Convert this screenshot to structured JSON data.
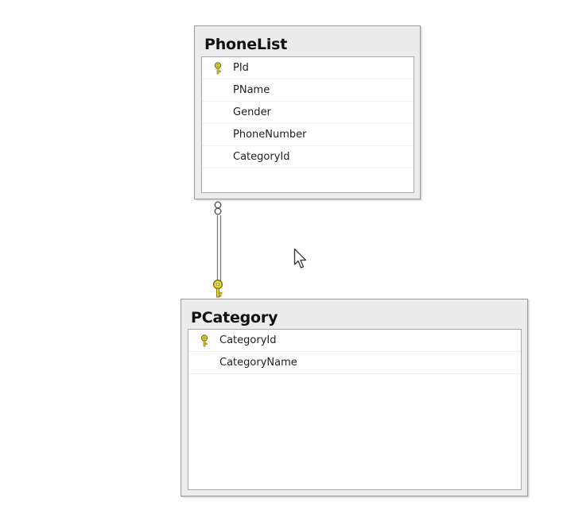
{
  "tables": [
    {
      "title": "PhoneList",
      "columns": [
        {
          "name": "PId",
          "primary_key": true
        },
        {
          "name": "PName",
          "primary_key": false
        },
        {
          "name": "Gender",
          "primary_key": false
        },
        {
          "name": "PhoneNumber",
          "primary_key": false
        },
        {
          "name": "CategoryId",
          "primary_key": false
        }
      ]
    },
    {
      "title": "PCategory",
      "columns": [
        {
          "name": "CategoryId",
          "primary_key": true
        },
        {
          "name": "CategoryName",
          "primary_key": false
        }
      ]
    }
  ],
  "relationship": {
    "from_end": "infinity-end",
    "to_end": "key-end"
  },
  "colors": {
    "key_icon": "#e8d832",
    "key_outline": "#6b6200",
    "connector": "#7a7a7a"
  }
}
